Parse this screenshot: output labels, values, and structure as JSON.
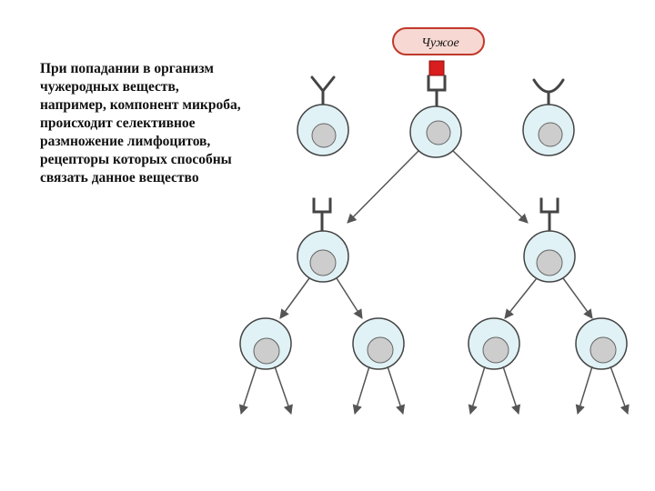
{
  "caption": {
    "lines": [
      "При попадании в организм",
      "чужеродных веществ,",
      "например, компонент микроба,",
      "происходит селективное",
      "размножение лимфоцитов,",
      "рецепторы которых способны",
      "связать данное вещество"
    ]
  },
  "antigen": {
    "label": "Чужое"
  },
  "colors": {
    "cell_fill": "#e0f2f5",
    "nucleus_fill": "#cdcdcd",
    "antigen_fill": "#d81e1e",
    "pill_fill": "#f7d8d2",
    "pill_stroke": "#c0392b",
    "stroke": "#444444"
  }
}
